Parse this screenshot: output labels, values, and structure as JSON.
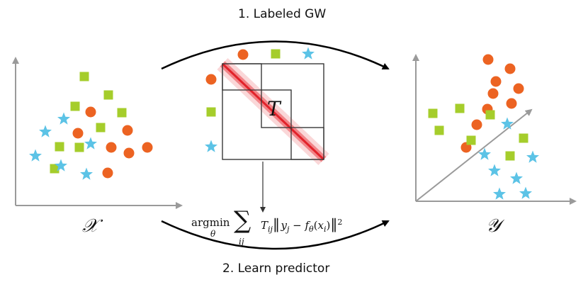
{
  "labels": {
    "step1": "1. Labeled GW",
    "step2": "2. Learn predictor",
    "source_space": "𝒳",
    "target_space": "𝒴",
    "transport_matrix": "T"
  },
  "formula": {
    "argmin": "argmin",
    "argmin_sub": "θ",
    "sum": "∑",
    "sum_sub": "ij",
    "body": "T",
    "body_sub": "ij",
    "norm_open": "‖",
    "y": "y",
    "y_sub": "j",
    "minus": " − ",
    "f": "f",
    "f_sub": "θ",
    "x_open": "(",
    "x": "x",
    "x_sub": "i",
    "x_close": ")",
    "norm_close": "‖",
    "power": "2"
  },
  "colors": {
    "green": "#a5cd2b",
    "orange": "#ec6322",
    "blue": "#5cc3e6",
    "axis": "#9a9a9a",
    "diag": "#e2222a",
    "text": "#111111"
  },
  "icons": {
    "green": "square-icon",
    "orange": "circle-icon",
    "blue": "star-icon"
  }
}
